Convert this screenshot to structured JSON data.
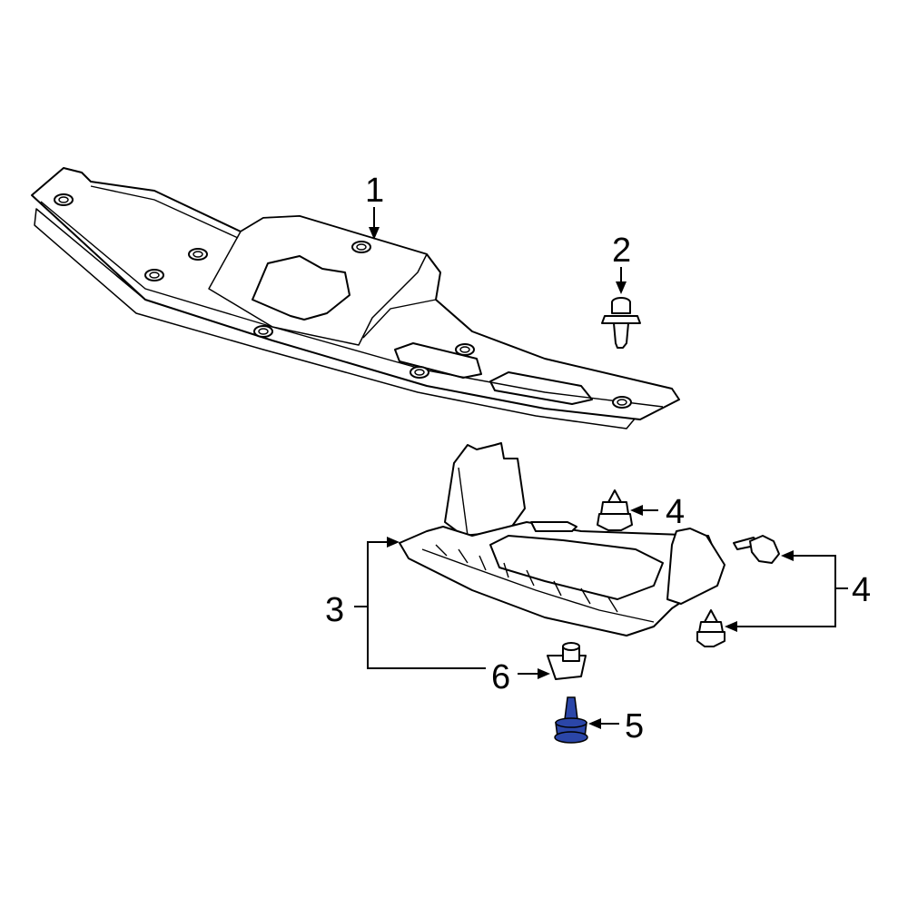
{
  "callouts": {
    "c1": "1",
    "c2": "2",
    "c3": "3",
    "c4a": "4",
    "c4b": "4",
    "c5": "5",
    "c6": "6"
  },
  "highlight_color": "#2b46a8"
}
